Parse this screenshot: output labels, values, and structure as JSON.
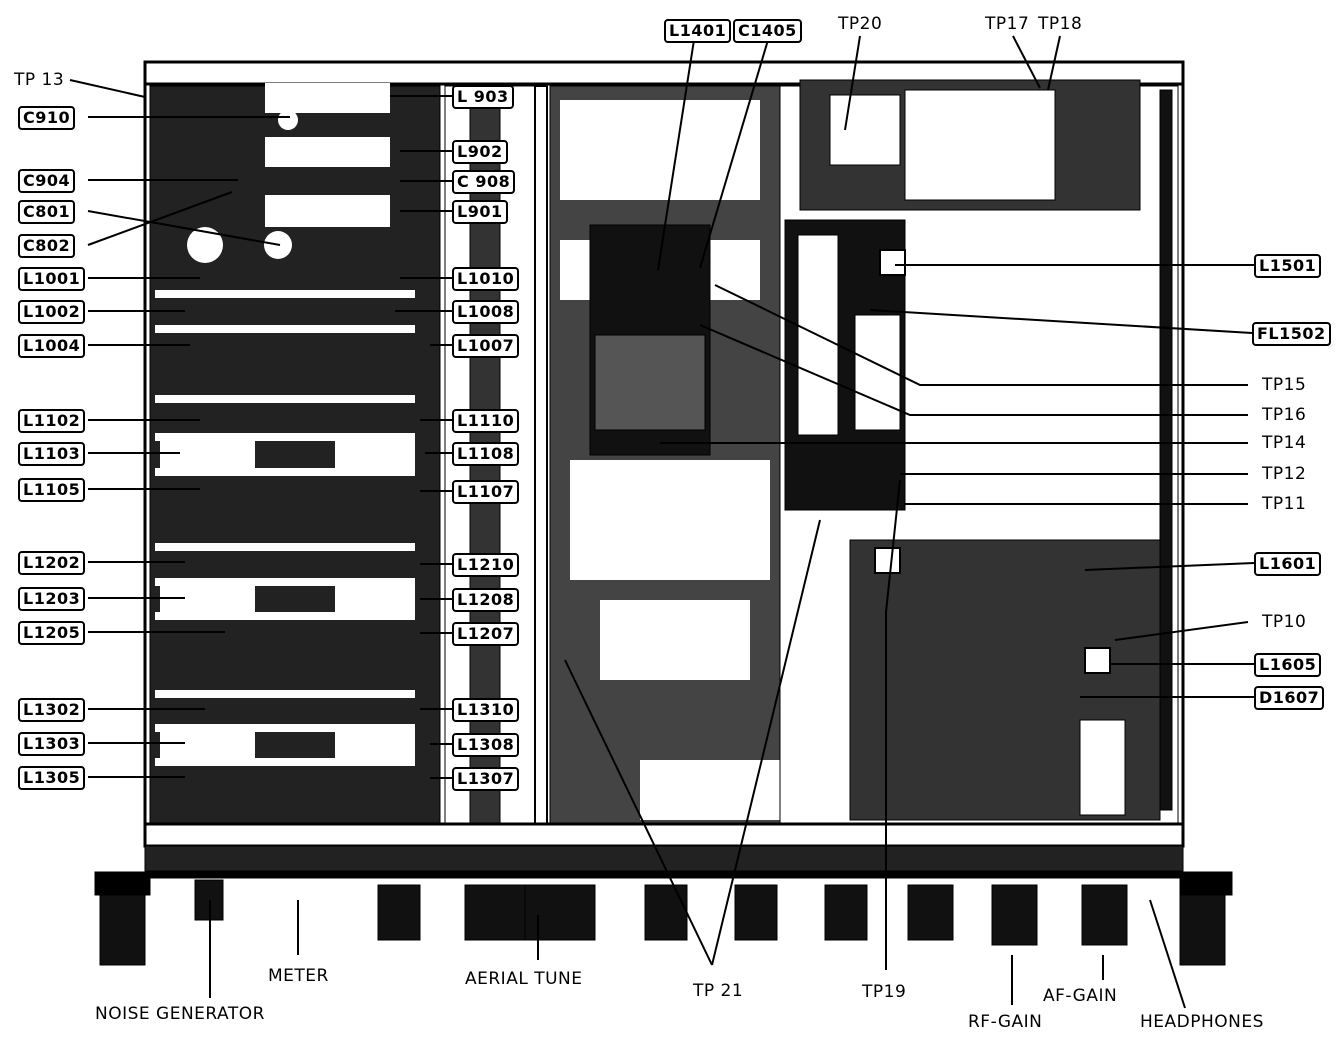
{
  "title": "Chassis component layout (top view)",
  "labels_left": [
    "TP 13",
    "C910",
    "C904",
    "C801",
    "C802",
    "L1001",
    "L1002",
    "L1004",
    "L1102",
    "L1103",
    "L1105",
    "L1202",
    "L1203",
    "L1205",
    "L1302",
    "L1303",
    "L1305"
  ],
  "labels_middle": [
    "L 903",
    "L902",
    "C 908",
    "L901",
    "L1010",
    "L1008",
    "L1007",
    "L1110",
    "L1108",
    "L1107",
    "L1210",
    "L1208",
    "L1207",
    "L1310",
    "L1308",
    "L1307"
  ],
  "labels_top": [
    "L1401",
    "C1405",
    "TP20",
    "TP17",
    "TP18"
  ],
  "labels_right": [
    "L1501",
    "FL1502",
    "TP15",
    "TP16",
    "TP14",
    "TP12",
    "TP11",
    "L1601",
    "TP10",
    "L1605",
    "D1607"
  ],
  "labels_bottom": [
    "NOISE  GENERATOR",
    "METER",
    "AERIAL  TUNE",
    "TP 21",
    "TP19",
    "RF-GAIN",
    "AF-GAIN",
    "HEADPHONES"
  ]
}
